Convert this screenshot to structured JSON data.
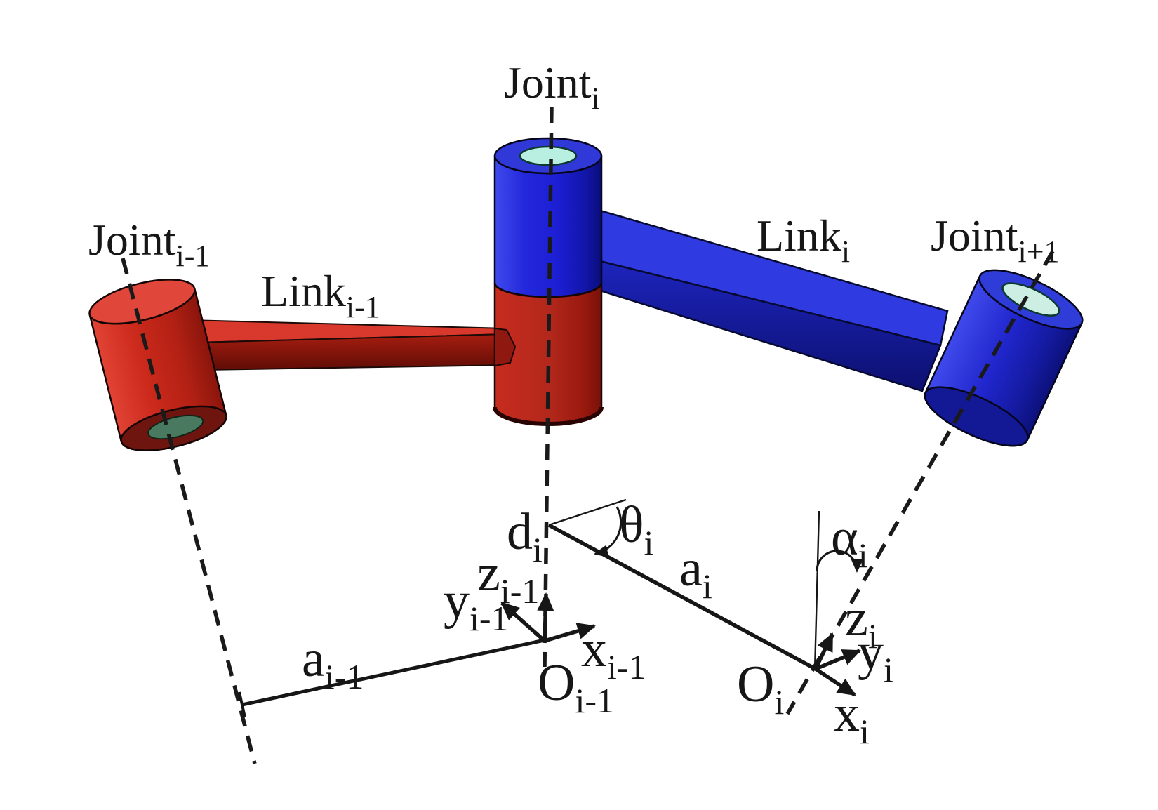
{
  "figure": {
    "background": "#ffffff",
    "palette": {
      "previous_link_red": "#c0281c",
      "previous_link_dark_red": "#7a1008",
      "previous_link_light_red": "#e0473a",
      "current_link_blue": "#1e22d0",
      "current_link_dark_blue": "#0c1078",
      "current_link_light_blue": "#3a46e8",
      "bore_cyan": "#cdeee3",
      "bore_green": "#497a5f",
      "line_black": "#1a1a1a"
    },
    "labels": {
      "joint_prev": {
        "base": "Joint",
        "sub": "i-1"
      },
      "joint_i": {
        "base": "Joint",
        "sub": "i"
      },
      "joint_next": {
        "base": "Joint",
        "sub": "i+1"
      },
      "link_prev": {
        "base": "Link",
        "sub": "i-1"
      },
      "link_i": {
        "base": "Link",
        "sub": "i"
      },
      "dim_d_i": {
        "base": "d",
        "sub": "i"
      },
      "dim_theta_i": {
        "base": "θ",
        "sub": "i"
      },
      "dim_a_i": {
        "base": "a",
        "sub": "i"
      },
      "dim_a_prev": {
        "base": "a",
        "sub": "i-1"
      },
      "dim_alpha_i": {
        "base": "α",
        "sub": "i"
      },
      "axis_z_prev": {
        "base": "z",
        "sub": "i-1"
      },
      "axis_y_prev": {
        "base": "y",
        "sub": "i-1"
      },
      "axis_x_prev": {
        "base": "x",
        "sub": "i-1"
      },
      "origin_prev": {
        "base": "O",
        "sub": "i-1"
      },
      "axis_z_i": {
        "base": "z",
        "sub": "i"
      },
      "axis_y_i": {
        "base": "y",
        "sub": "i"
      },
      "axis_x_i": {
        "base": "x",
        "sub": "i"
      },
      "origin_i": {
        "base": "O",
        "sub": "i"
      }
    }
  }
}
